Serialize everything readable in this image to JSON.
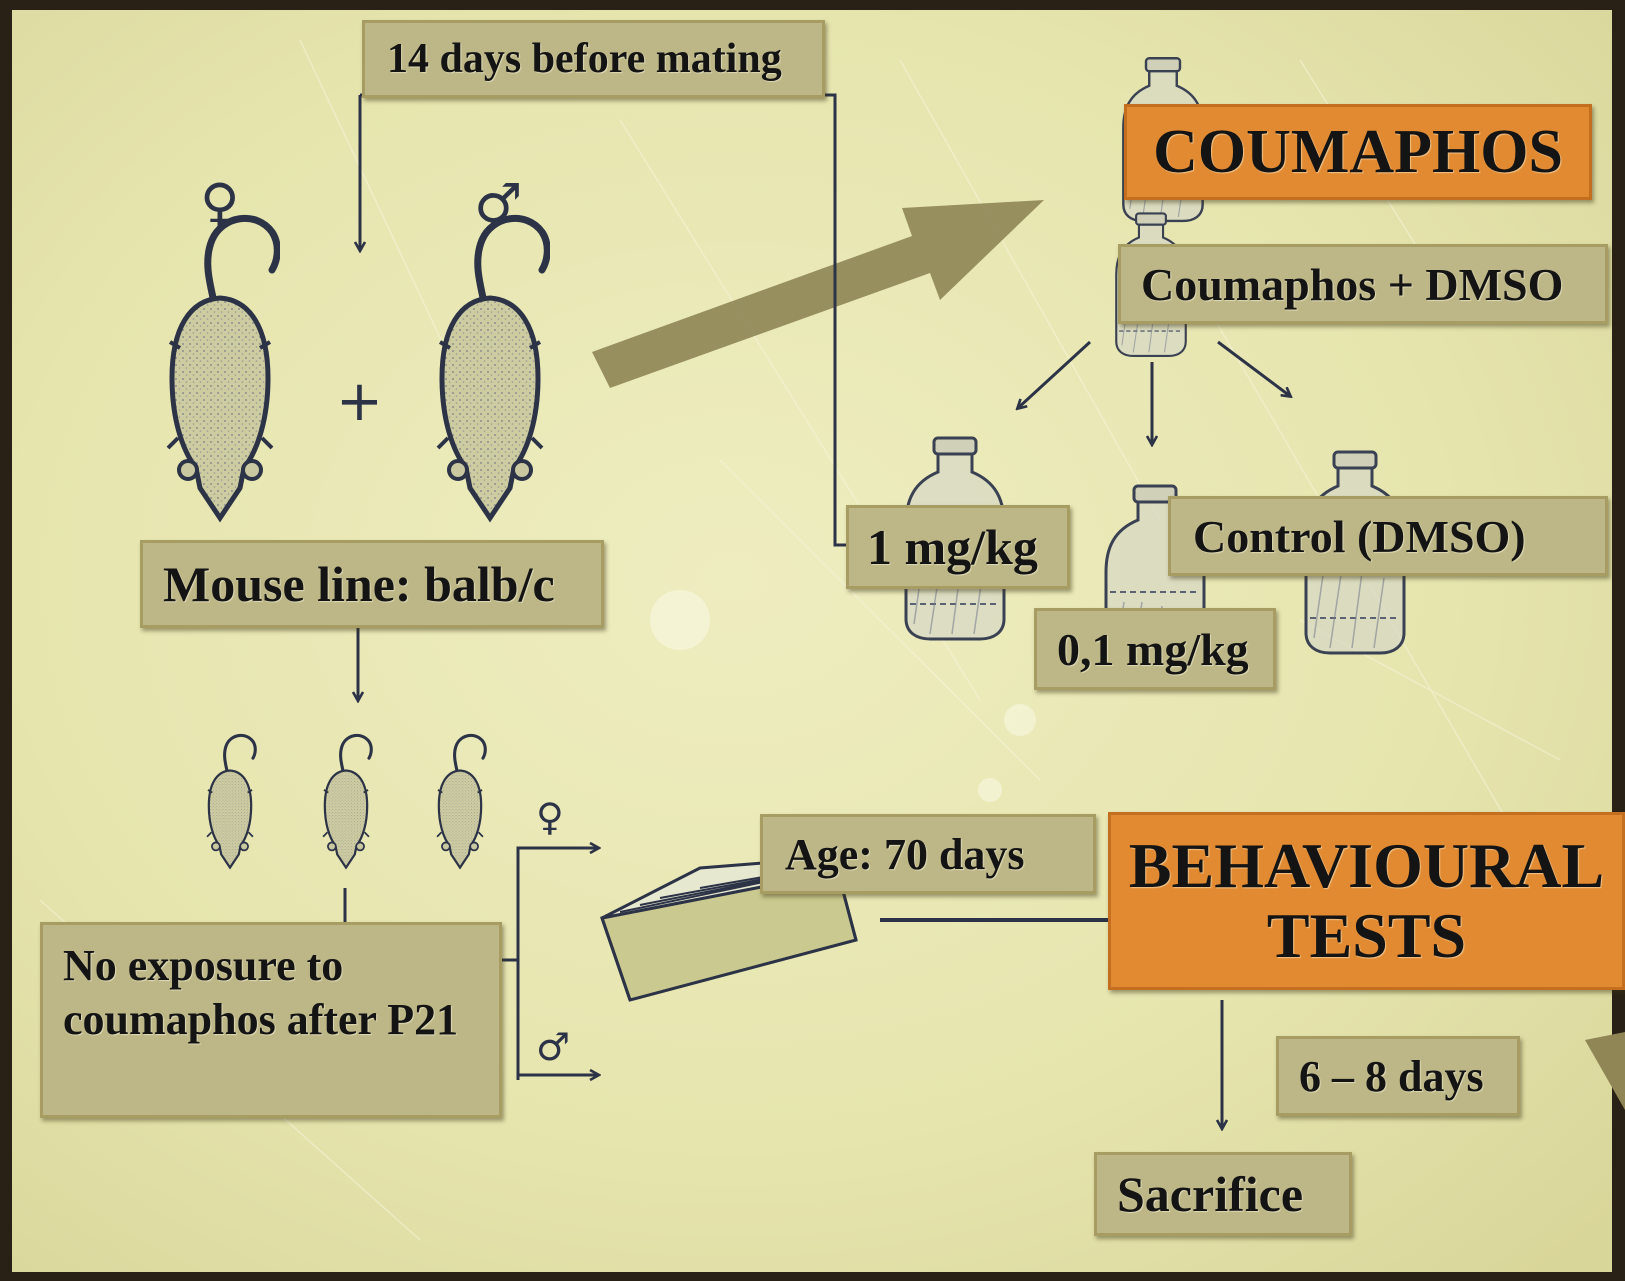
{
  "symbols": {
    "female": "♀",
    "male": "♂",
    "plus": "+"
  },
  "labels": {
    "pretreatment": "14 days before mating",
    "compound": "COUMAPHOS",
    "vehicle_mix": "Coumaphos + DMSO",
    "dose_high": "1 mg/kg",
    "dose_low": "0,1 mg/kg",
    "control": "Control (DMSO)",
    "mouse_line": "Mouse line: balb/c",
    "age": "Age: 70 days",
    "tests_line1": "BEHAVIOURAL",
    "tests_line2": "TESTS",
    "no_exposure": "No exposure to coumaphos after P21",
    "duration": "6 – 8 days",
    "sacrifice": "Sacrifice"
  },
  "colors": {
    "parchment": "#e9e8b4",
    "label_fill": "#bdb687",
    "highlight": "#e28a32",
    "ink": "#2c3347",
    "big_arrow": "#8f8555"
  },
  "icons": [
    "female-mouse-icon",
    "male-mouse-icon",
    "pup-mouse-icon",
    "bottle-icon",
    "mouse-cage-icon"
  ]
}
